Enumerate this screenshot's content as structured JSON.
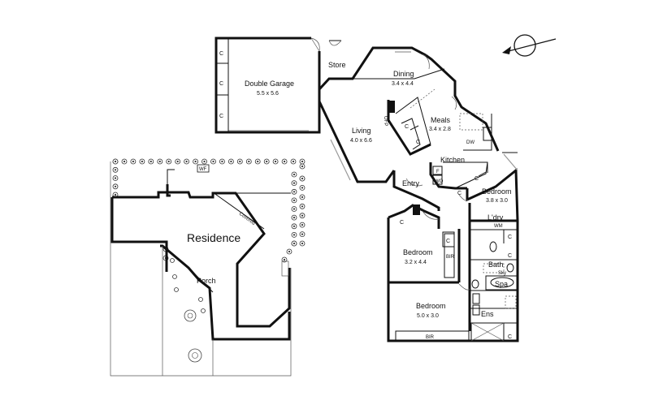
{
  "compass": {
    "icon": "north-arrow-icon"
  },
  "residence": {
    "label": "Residence",
    "porch": "Porch",
    "covered": "Covered",
    "wf": "WF"
  },
  "garage": {
    "name": "Double Garage",
    "dims": "5.5 x 5.6"
  },
  "store": {
    "name": "Store"
  },
  "dining": {
    "name": "Dining",
    "dims": "3.4 x 4.4"
  },
  "meals": {
    "name": "Meals",
    "dims": "3.4 x 2.8"
  },
  "living": {
    "name": "Living",
    "dims": "4.0 x 6.6",
    "ofp": "OFP"
  },
  "kitchen": {
    "name": "Kitchen",
    "dw": "DW",
    "f": "F",
    "wo": "WO"
  },
  "entry": {
    "name": "Entry"
  },
  "bedroom_right": {
    "name": "Bedroom",
    "dims": "3.8 x 3.0"
  },
  "laundry": {
    "name": "L'dry",
    "wm": "WM"
  },
  "bedroom_mid": {
    "name": "Bedroom",
    "dims": "3.2 x 4.4",
    "bir": "BIR"
  },
  "bath": {
    "name": "Bath",
    "sky": "Sky",
    "spa": "Spa"
  },
  "bedroom_main": {
    "name": "Bedroom",
    "dims": "5.0 x 3.0",
    "bir": "BIR"
  },
  "ensuite": {
    "name": "Ens"
  },
  "cupboard": "C"
}
